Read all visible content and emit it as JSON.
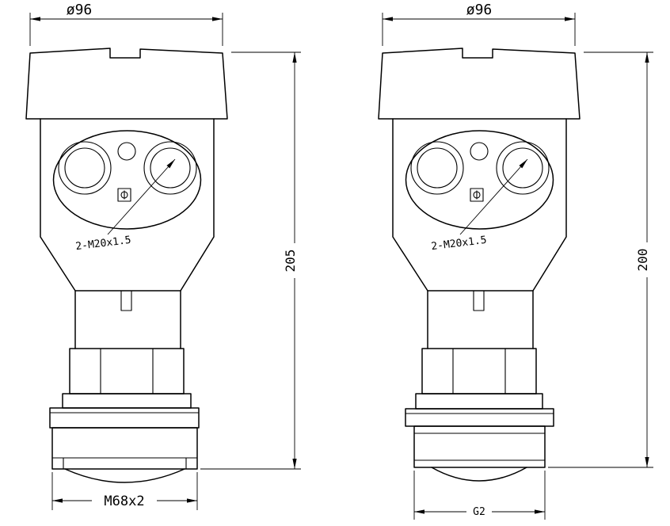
{
  "drawing": {
    "background": "#ffffff",
    "line_color": "#000000",
    "views": {
      "left": {
        "diameter_label": "ø96",
        "height_label": "205",
        "thread_label": "M68x2",
        "ports_label": "2-M20x1.5"
      },
      "right": {
        "diameter_label": "ø96",
        "height_label": "200",
        "thread_label": "G2",
        "ports_label": "2-M20x1.5"
      }
    }
  }
}
